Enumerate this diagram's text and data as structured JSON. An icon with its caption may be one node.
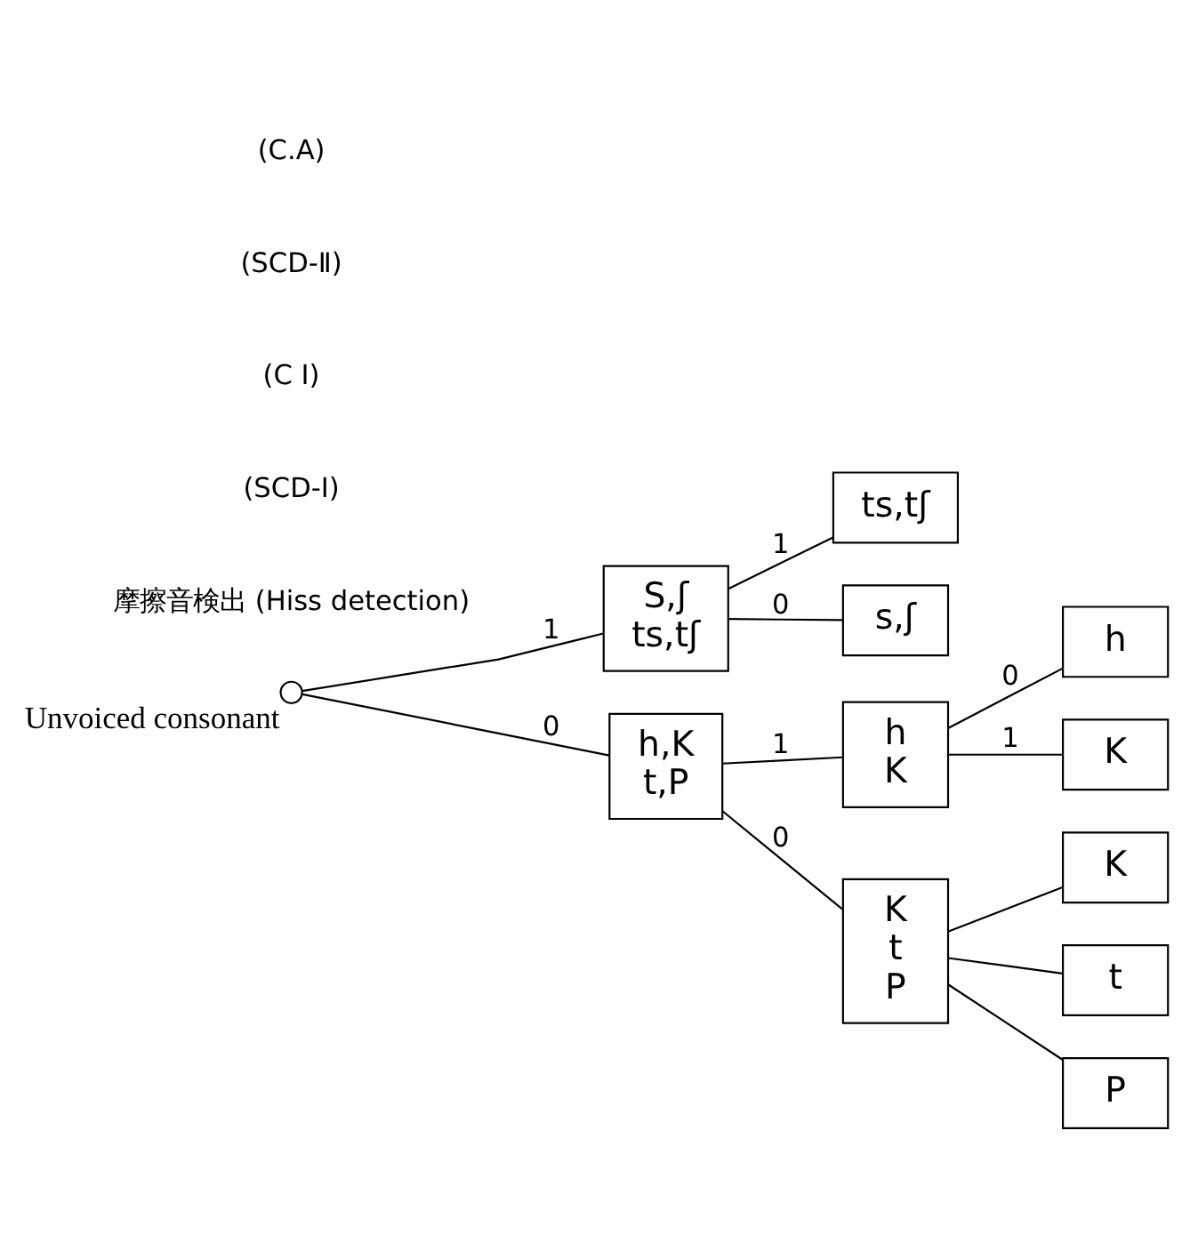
{
  "diagram": {
    "nodes": [
      {
        "text": [],
        "shape": "circle",
        "beside": [
          "Unvoiced consonant"
        ]
      },
      {
        "text": [
          "S,ʃ",
          "ts,tʃ"
        ]
      },
      {
        "text": [
          "h,K",
          "t,P"
        ]
      },
      {
        "text": [
          "ts,tʃ"
        ]
      },
      {
        "text": [
          "s,ʃ"
        ]
      },
      {
        "text": [
          "h",
          "K"
        ]
      },
      {
        "text": [
          "K",
          "t",
          "P"
        ]
      },
      {
        "text": [
          "h"
        ]
      },
      {
        "text": [
          "K"
        ]
      },
      {
        "text": [
          "K"
        ]
      },
      {
        "text": [
          "t"
        ]
      },
      {
        "text": [
          "P"
        ]
      }
    ],
    "edges": [
      {
        "from": 0,
        "to": 1,
        "arrow": "none",
        "label": "1"
      },
      {
        "from": 0,
        "to": 2,
        "arrow": "none",
        "label": "0"
      },
      {
        "from": 1,
        "to": 3,
        "arrow": "none",
        "label": "1"
      },
      {
        "from": 1,
        "to": 4,
        "arrow": "none",
        "label": "0"
      },
      {
        "from": 2,
        "to": 5,
        "arrow": "none",
        "label": "1"
      },
      {
        "from": 2,
        "to": 6,
        "arrow": "none",
        "label": "0"
      },
      {
        "from": 5,
        "to": 7,
        "arrow": "none",
        "label": "0"
      },
      {
        "from": 5,
        "to": 8,
        "arrow": "none",
        "label": "1"
      },
      {
        "from": 6,
        "to": 9,
        "arrow": "none"
      },
      {
        "from": 6,
        "to": 10,
        "arrow": "none"
      },
      {
        "from": 6,
        "to": 11,
        "arrow": "none"
      }
    ],
    "labels": [
      "摩擦音検出 (Hiss detection)",
      "(SCD-Ⅰ)",
      "(C I)",
      "(SCD-Ⅱ)",
      "(C.A)"
    ]
  }
}
